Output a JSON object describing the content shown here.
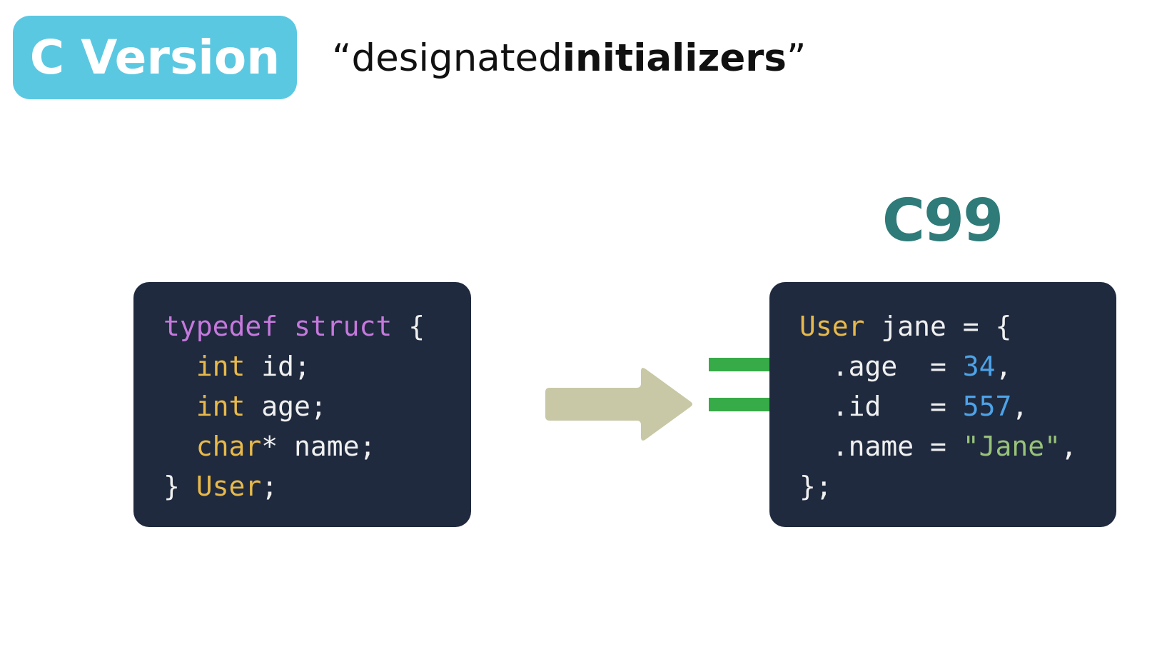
{
  "header": {
    "badge_label": "C Version",
    "subtitle_open_quote": "“",
    "subtitle_normal": "designated ",
    "subtitle_bold": "initializers",
    "subtitle_close_quote": "”"
  },
  "version_label": "C99",
  "left_code": {
    "l1_kw1": "typedef",
    "l1_kw2": "struct",
    "l1_rest": "{",
    "l2_type": "int",
    "l2_rest": "id;",
    "l3_type": "int",
    "l3_rest": "age;",
    "l4_type": "char",
    "l4_rest": "* name;",
    "l5_open": "}",
    "l5_type": "User",
    "l5_rest": ";"
  },
  "right_code": {
    "l1_type": "User",
    "l1_rest": "jane = {",
    "l2_field": ".age  = ",
    "l2_value": "34",
    "l2_comma": ",",
    "l3_field": ".id   = ",
    "l3_value": "557",
    "l3_comma": ",",
    "l4_field": ".name = ",
    "l4_value": "\"Jane\"",
    "l4_comma": ",",
    "l5_close": "};"
  },
  "icons": {
    "arrow": "right-arrow-icon",
    "equals": "equals-bars-icon"
  },
  "colors": {
    "badge_bg": "#5bc8e2",
    "version_label": "#2e7b79",
    "code_bg": "#1f2a3e",
    "keyword_purple": "#c678dd",
    "keyword_yellow": "#e8b94a",
    "number_blue": "#4da3e8",
    "string_green": "#98c379",
    "arrow_fill": "#c8c8a6",
    "equals_green": "#37ab47"
  }
}
